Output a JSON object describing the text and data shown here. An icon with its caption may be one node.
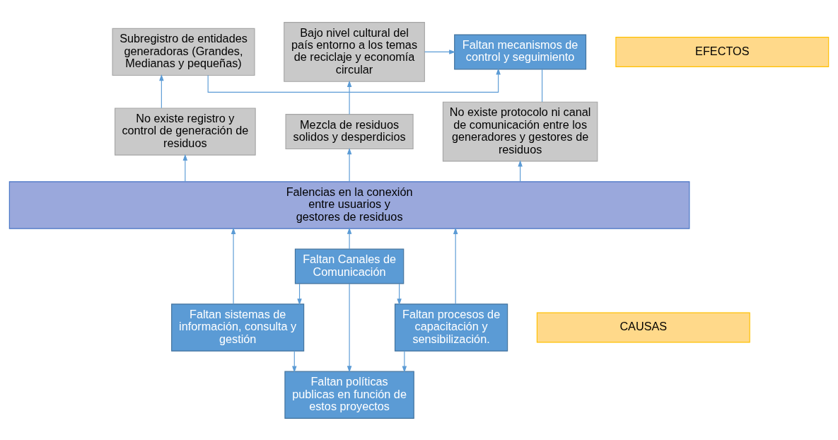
{
  "diagram": {
    "nodes": [
      {
        "text": [
          "Subregistro de entidades generadoras (Grandes, Medianas y pequeñas)"
        ]
      },
      {
        "text": [
          "Faltan mecanismos de control y seguimiento"
        ]
      },
      {
        "text": [
          "Bajo nivel cultural del país entorno a los temas de reciclaje y economía circular"
        ]
      },
      {
        "text": [
          "EFECTOS"
        ]
      },
      {
        "text": [
          "No existe registro y control de generación de residuos"
        ]
      },
      {
        "text": [
          "No existe protocolo ni canal de comunicación entre los generadores y gestores de residuos"
        ]
      },
      {
        "text": [
          "Mezcla de residuos solidos y desperdicios"
        ]
      },
      {
        "text": [
          "Falencias en la conexión entre usuarios y gestores de residuos"
        ]
      },
      {
        "text": [
          "Faltan Canales de Comunicación"
        ]
      },
      {
        "text": [
          "Faltan sistemas de información, consulta y gestión"
        ]
      },
      {
        "text": [
          "CAUSAS"
        ]
      },
      {
        "text": [
          "Faltan procesos de capacitación y sensibilización."
        ]
      },
      {
        "text": [
          "Faltan políticas publicas en función de estos proyectos"
        ]
      }
    ],
    "edges": [
      {
        "from": 0,
        "to": 1,
        "arrow": "to"
      },
      {
        "from": 2,
        "to": 1,
        "arrow": "to"
      },
      {
        "from": 4,
        "to": 0,
        "arrow": "to"
      },
      {
        "from": 6,
        "to": 2,
        "arrow": "to"
      },
      {
        "from": 5,
        "to": 1,
        "arrow": "none"
      },
      {
        "from": 7,
        "to": 4,
        "arrow": "to"
      },
      {
        "from": 7,
        "to": 5,
        "arrow": "to"
      },
      {
        "from": 7,
        "to": 6,
        "arrow": "to"
      },
      {
        "from": 9,
        "to": 7,
        "arrow": "to"
      },
      {
        "from": 8,
        "to": 7,
        "arrow": "to"
      },
      {
        "from": 11,
        "to": 7,
        "arrow": "to"
      },
      {
        "from": 8,
        "to": 9,
        "arrow": "to"
      },
      {
        "from": 8,
        "to": 11,
        "arrow": "to"
      },
      {
        "from": 8,
        "to": 12,
        "arrow": "to"
      },
      {
        "from": 9,
        "to": 12,
        "arrow": "to"
      },
      {
        "from": 11,
        "to": 12,
        "arrow": "to"
      }
    ]
  }
}
